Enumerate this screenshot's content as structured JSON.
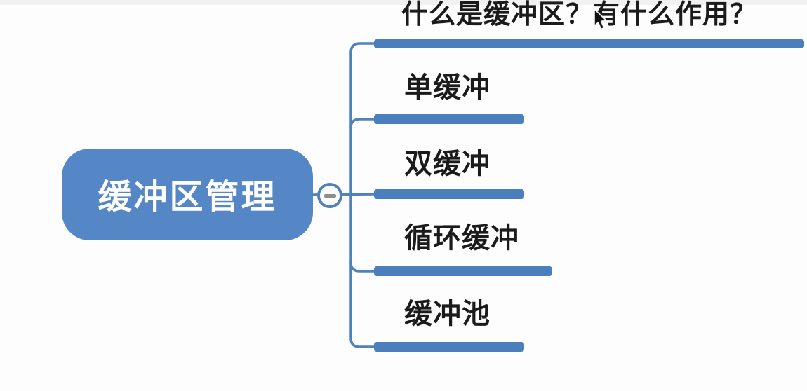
{
  "diagram": {
    "type": "mindmap",
    "root": {
      "label": "缓冲区管理"
    },
    "collapse_button": {
      "icon": "minus-icon",
      "state": "expanded"
    },
    "branches": [
      {
        "label": "什么是缓冲区？有什么作用？"
      },
      {
        "label": "单缓冲"
      },
      {
        "label": "双缓冲"
      },
      {
        "label": "循环缓冲"
      },
      {
        "label": "缓冲池"
      }
    ],
    "colors": {
      "root_fill": "#5587c7",
      "root_text": "#ffffff",
      "branch_bar": "#4a7ebd",
      "connector": "#4f81bd",
      "branch_text": "#1b1b1b",
      "minus_sign": "#8c8c8c",
      "background": "#fdfdfd"
    }
  }
}
